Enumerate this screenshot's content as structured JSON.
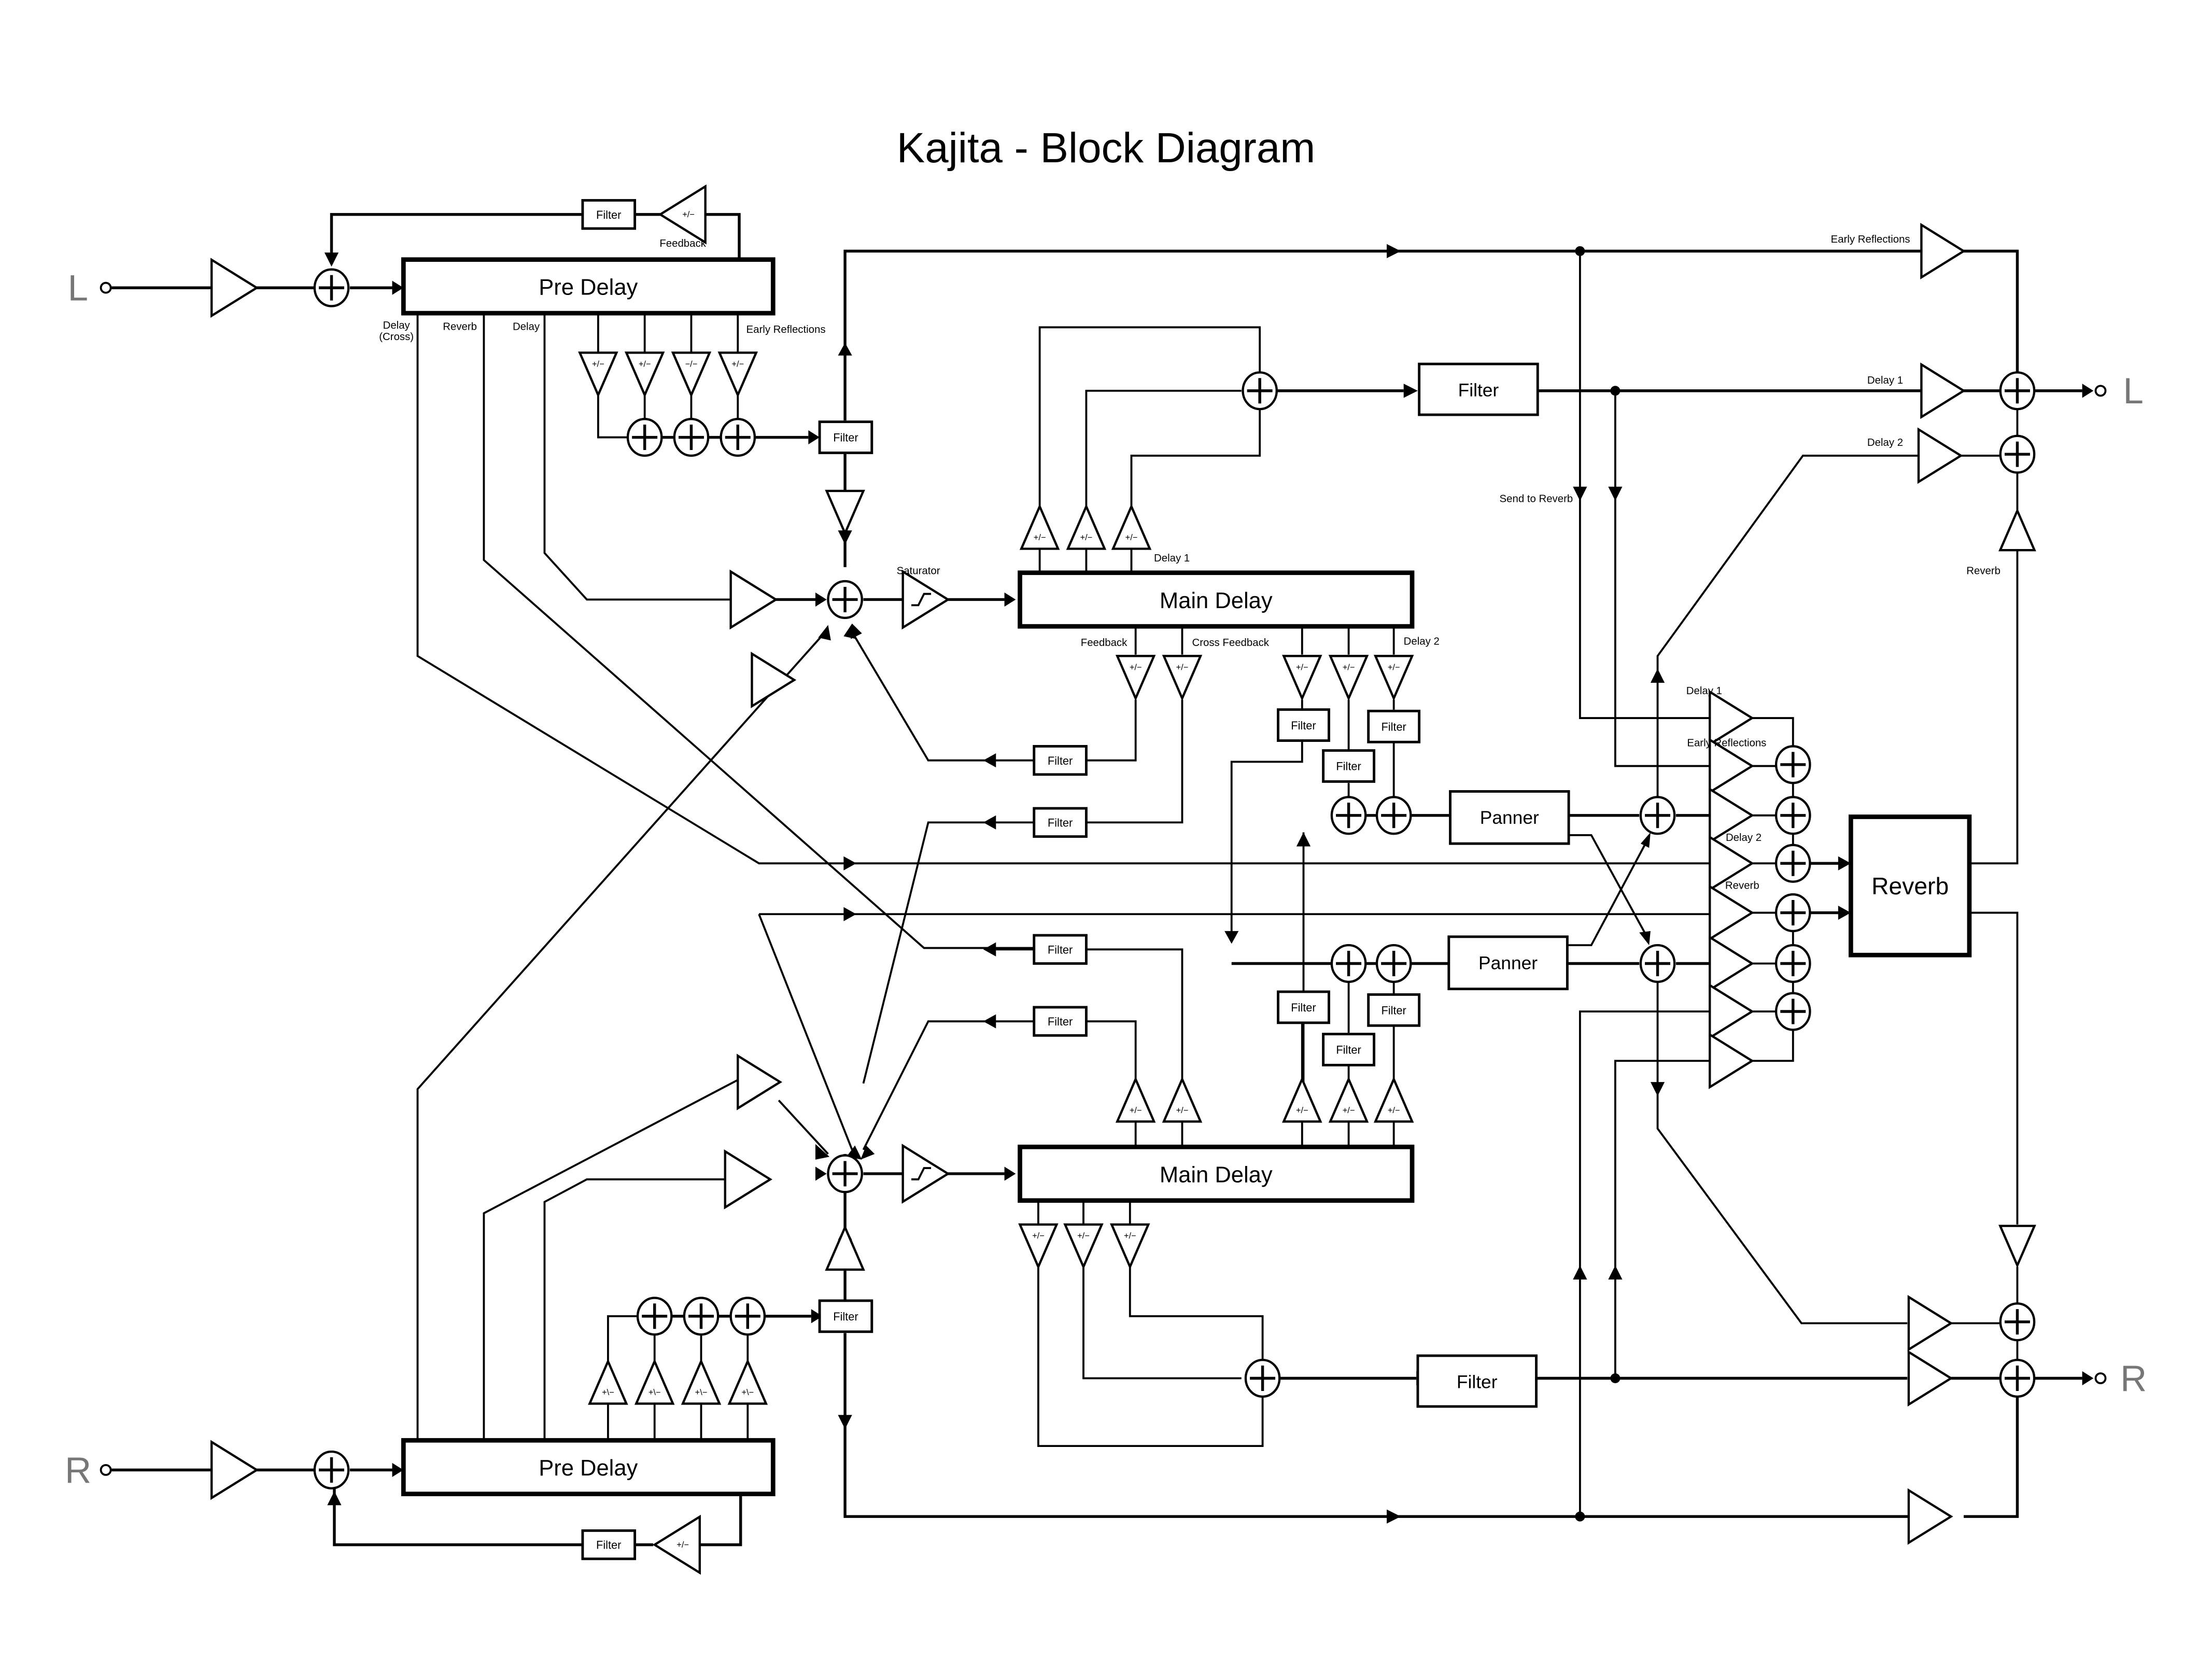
{
  "title": "Kajita - Block Diagram",
  "io": {
    "input_left": "L",
    "input_right": "R",
    "output_left": "L",
    "output_right": "R"
  },
  "blocks": {
    "pre_delay_top": "Pre Delay",
    "pre_delay_bottom": "Pre Delay",
    "main_delay_top": "Main Delay",
    "main_delay_bottom": "Main Delay",
    "panner_top": "Panner",
    "panner_bottom": "Panner",
    "reverb": "Reverb",
    "filter_delay1_out": "Filter",
    "filter_delay2_out": "Filter"
  },
  "labels": {
    "feedback_top": "Feedback",
    "delay_cross": "Delay",
    "delay_cross_sub": "(Cross)",
    "reverb_tap": "Reverb",
    "delay_tap": "Delay",
    "early_reflections_tap": "Early Reflections",
    "saturator": "Saturator",
    "delay1_tap": "Delay 1",
    "feedback_main": "Feedback",
    "cross_feedback": "Cross Feedback",
    "delay2_tap": "Delay 2",
    "out_early_reflections": "Early Reflections",
    "out_delay1": "Delay 1",
    "out_delay2": "Delay 2",
    "send_to_reverb": "Send to Reverb",
    "out_reverb": "Reverb",
    "mix_delay1": "Delay 1",
    "mix_early_reflections": "Early Reflections",
    "mix_delay2": "Delay 2",
    "mix_reverb": "Reverb"
  },
  "small": {
    "filter": "Filter",
    "gain_pm": "+/−",
    "gain_pm_alt": "−/−",
    "gain_pm_back": "+\\−"
  }
}
